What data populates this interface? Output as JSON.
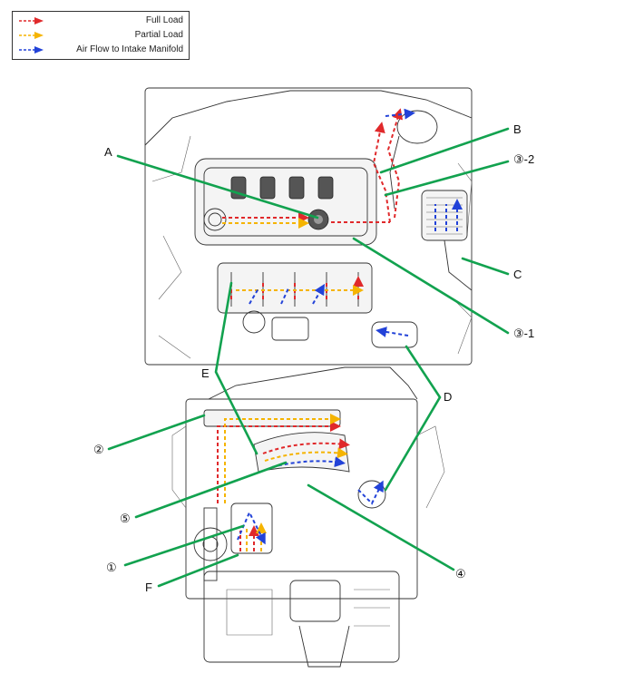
{
  "legend": {
    "full_load": "Full Load",
    "partial_load": "Partial Load",
    "air_flow": "Air Flow to Intake Manifold"
  },
  "callouts": {
    "A": "A",
    "B": "B",
    "C": "C",
    "D": "D",
    "E": "E",
    "F": "F",
    "c1": "①",
    "c2": "②",
    "c3_1": "③-1",
    "c3_2": "③-2",
    "c4": "④",
    "c5": "⑤"
  },
  "colors": {
    "full_load": "#e0292b",
    "partial_load": "#f5b400",
    "air_flow": "#2242d8",
    "leader": "#12a24f"
  }
}
